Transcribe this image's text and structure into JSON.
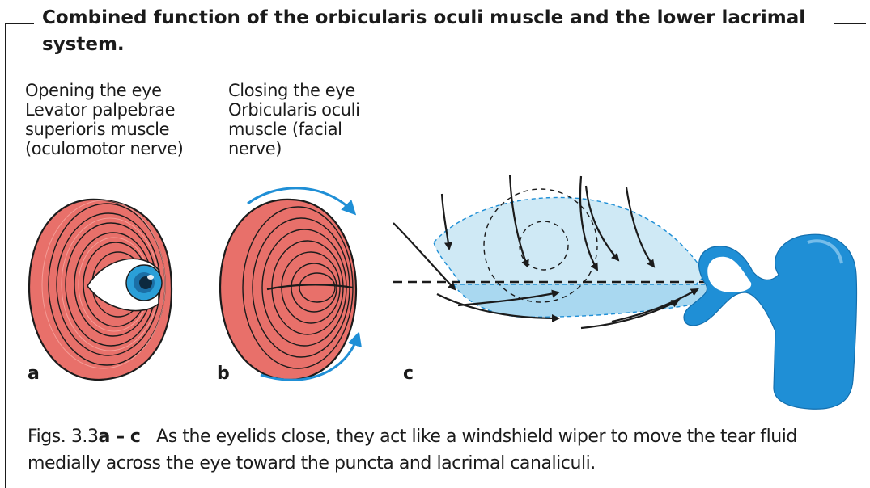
{
  "title": "Combined function of the orbicularis oculi muscle and the lower lacrimal system.",
  "panel_a": {
    "lines": [
      "Opening the eye",
      "Levator palpebrae",
      "superioris muscle",
      "(oculomotor nerve)"
    ],
    "letter": "a"
  },
  "panel_b": {
    "lines": [
      "Closing the eye",
      "Orbicularis oculi",
      "muscle (facial",
      "nerve)"
    ],
    "letter": "b"
  },
  "panel_c": {
    "letter": "c"
  },
  "caption": {
    "figure_prefix": "Figs. 3.3",
    "figure_ids": "a – c",
    "text": "As the eyelids close, they act like a windshield wiper to move the tear fluid medially across the eye toward the puncta and lacrimal canaliculi."
  },
  "colors": {
    "muscle": "#e8706a",
    "muscle_dark": "#c9534e",
    "blue": "#1f8fd6",
    "tear_light": "#cfe9f5",
    "tear_mid": "#a9d8f0",
    "iris": "#2a9fd8"
  }
}
